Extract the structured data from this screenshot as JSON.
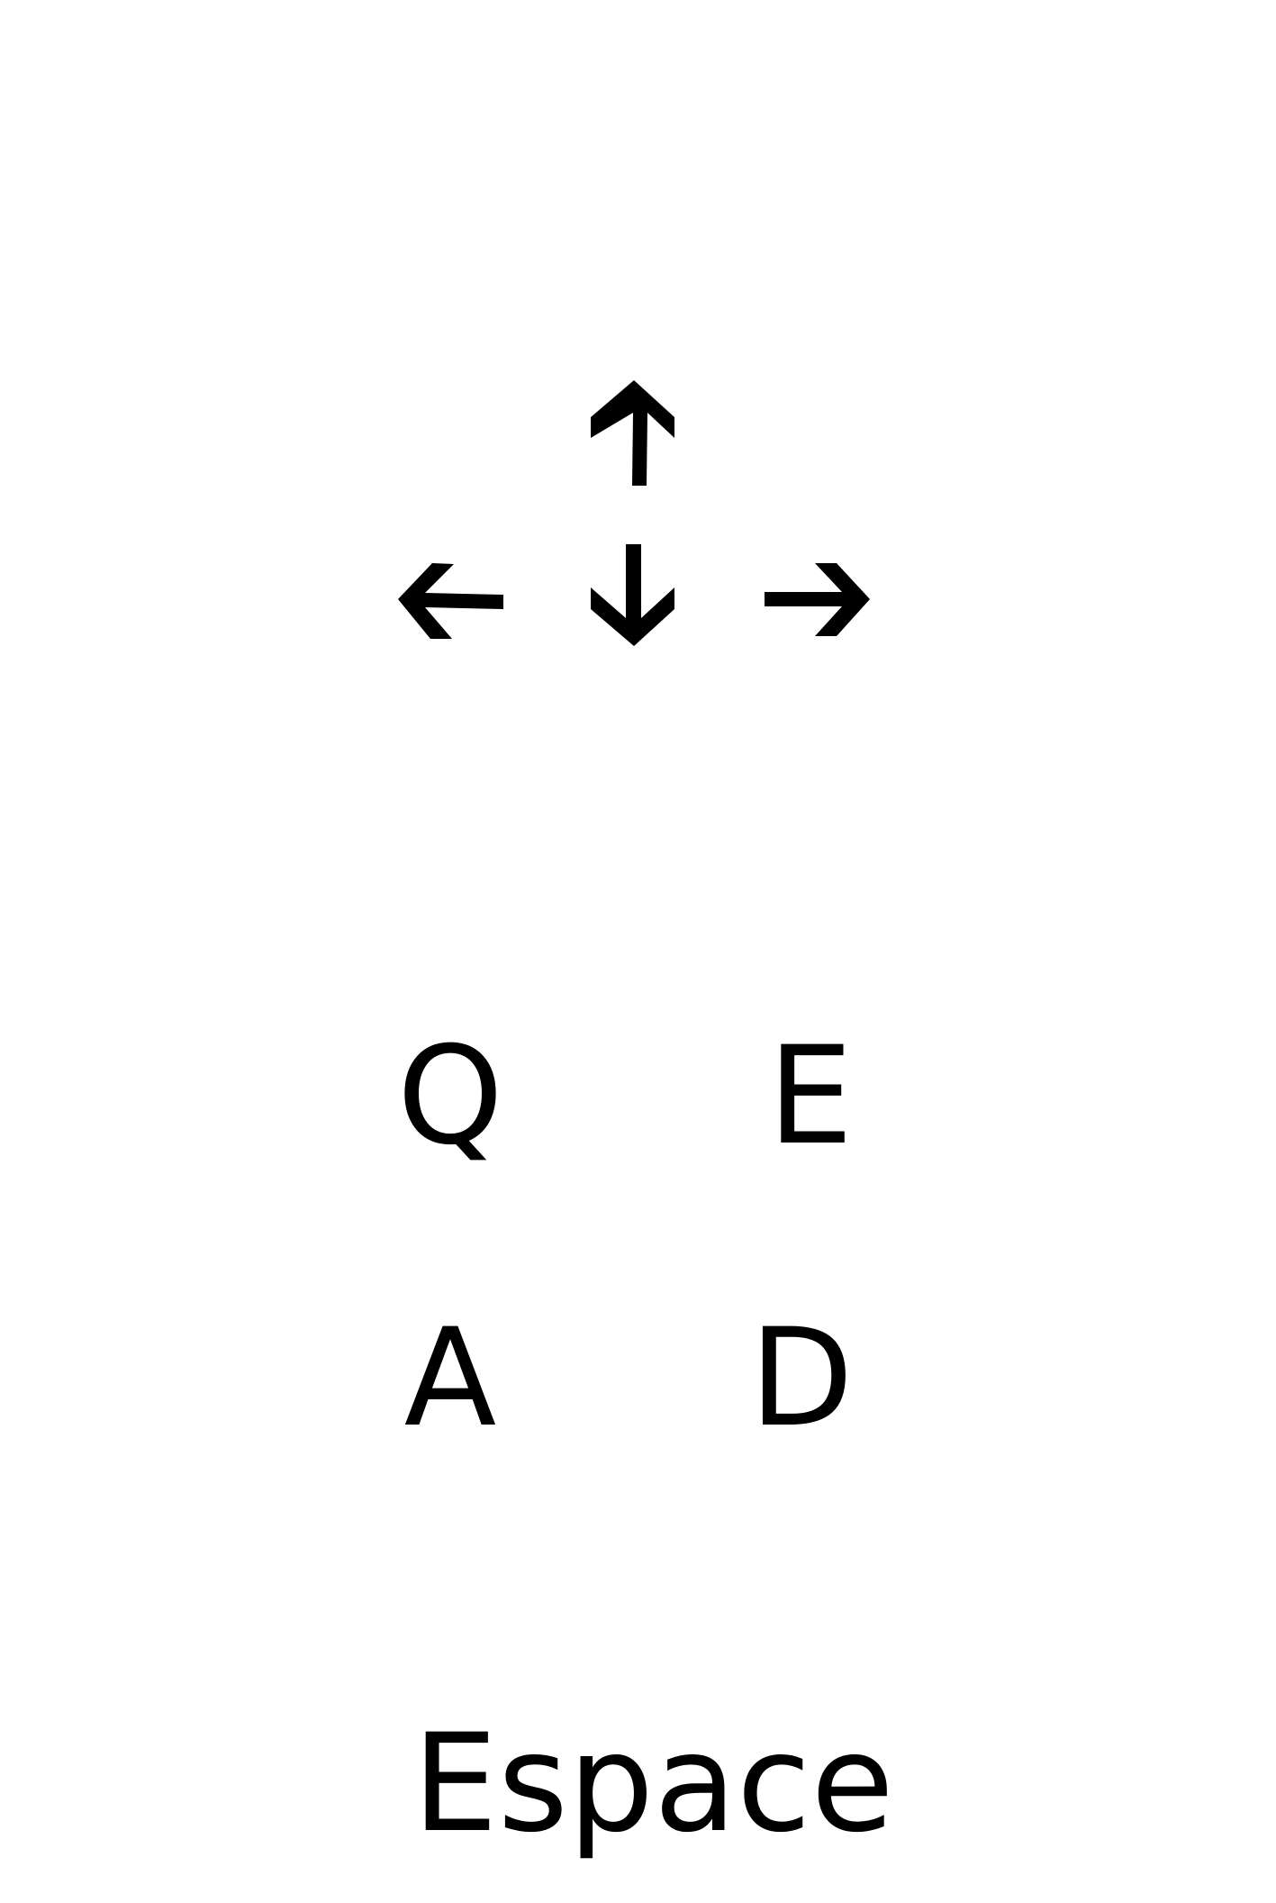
{
  "controls": {
    "arrows": [
      {
        "icon": "arrow-up-icon"
      },
      {
        "icon": "arrow-left-icon"
      },
      {
        "icon": "arrow-down-icon"
      },
      {
        "icon": "arrow-right-icon"
      }
    ],
    "keys": {
      "q": "Q",
      "e": "E",
      "a": "A",
      "d": "D",
      "space": "Espace"
    }
  },
  "colors": {
    "background": "#ffffff",
    "foreground": "#000000"
  }
}
